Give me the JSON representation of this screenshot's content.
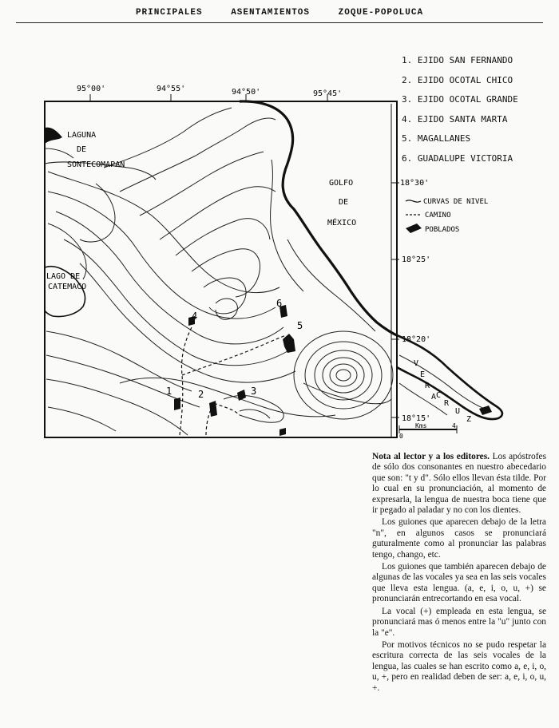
{
  "header": {
    "word1": "PRINCIPALES",
    "word2": "ASENTAMIENTOS",
    "word3": "ZOQUE-POPOLUCA"
  },
  "settlements": [
    "1. EJIDO SAN FERNANDO",
    "2. EJIDO OCOTAL CHICO",
    "3. EJIDO OCOTAL GRANDE",
    "4. EJIDO SANTA MARTA",
    "5. MAGALLANES",
    "6. GUADALUPE VICTORIA"
  ],
  "map": {
    "lon_labels": [
      "95°00'",
      "94°55'",
      "94°50'",
      "95°45'"
    ],
    "lat_labels": [
      "18°30'",
      "18°25'",
      "18°20'",
      "18°15'"
    ],
    "laguna_1": "LAGUNA",
    "laguna_2": "DE",
    "laguna_3": "SONTECOMAPAN",
    "lago_1": "LAGO DE",
    "lago_2": "CATEMACO",
    "gulf_1": "GOLFO",
    "gulf_2": "DE",
    "gulf_3": "MÉXICO",
    "veracruz_letters": [
      "V",
      "E",
      "R",
      "A",
      "C",
      "R",
      "U",
      "Z"
    ],
    "settlement_numbers": [
      "1",
      "2",
      "3",
      "4",
      "5",
      "6"
    ],
    "scale_0": "0",
    "scale_unit": "Kms",
    "scale_4": "4",
    "legend_contours": "CURVAS DE NIVEL",
    "legend_road": "CAMINO",
    "legend_towns": "POBLADOS"
  },
  "note": {
    "title": "Nota al lector y a los editores.",
    "p1": "Los apóstrofes de sólo dos consonantes en nuestro abecedario que son: \"t y d\". Sólo ellos llevan ésta tilde. Por lo cual en su pronunciación, al momento de expresarla, la lengua de nuestra boca tiene que ir pegado al paladar y no con los dientes.",
    "p2": "Los guiones que aparecen debajo de la letra \"n\", en algunos casos se pronunciará guturalmente como al pronunciar las palabras tengo, chango, etc.",
    "p3": "Los guiones que también aparecen debajo de algunas de las vocales ya sea en las seis vocales que lleva esta lengua. (a, e, i, o, u, +) se pronunciarán entrecortando en esa vocal.",
    "p4": "La vocal (+) empleada en esta lengua, se pronunciará mas ó menos entre la \"u\" junto con la \"e\".",
    "p5": "Por motivos técnicos no se pudo respetar la escritura correcta de las seis vocales de la lengua, las cuales se han escrito como a, e, i, o, u, +, pero en realidad deben de ser: a, e, i, o, u, +."
  }
}
